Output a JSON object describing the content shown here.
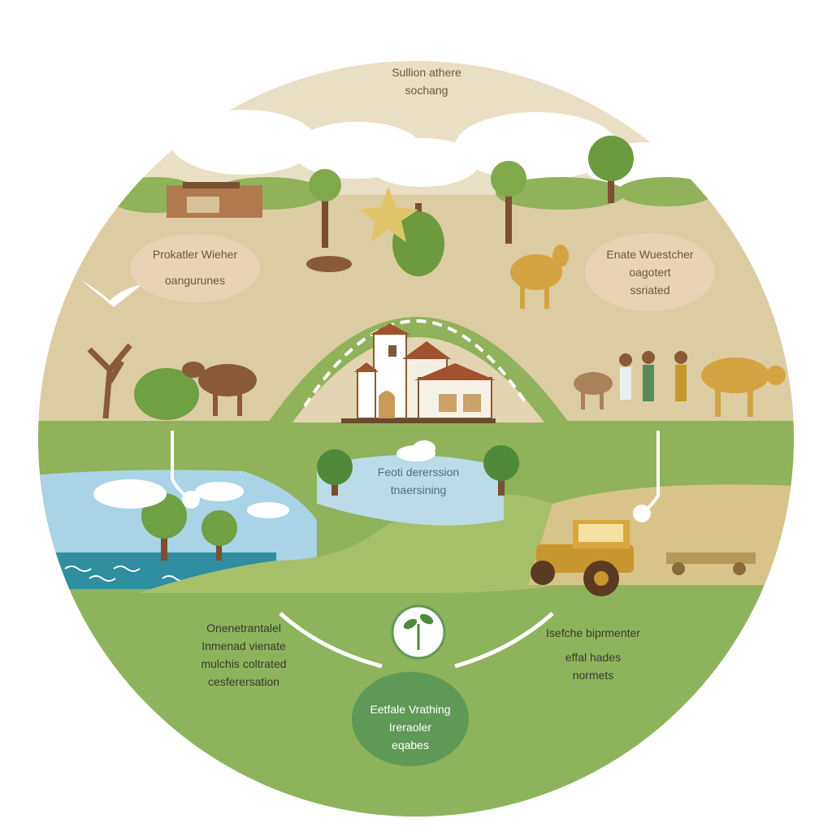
{
  "colors": {
    "sky": "#e7dcc0",
    "upper_ground": "#dfcfa6",
    "grass": "#8fb25a",
    "grass_dark": "#6f9a45",
    "water": "#2f8ea0",
    "sky_blue": "#a9d3e6",
    "badge_green": "#5e9a55",
    "brown": "#8a5a36",
    "tractor": "#c8962e"
  },
  "labels": {
    "top": {
      "line1": "Sullion athere",
      "line2": "sochang"
    },
    "left_bubble": {
      "line1": "Prokatler Wieher",
      "line2": "oangurunes"
    },
    "right_bubble": {
      "line1": "Enate Wuestcher",
      "line2": "oagotert",
      "line3": "ssriated"
    },
    "center_window": {
      "line1": "Feoti dererssion",
      "line2": "tnaersining"
    },
    "bottom_left": {
      "line1": "Onenetrantalel",
      "line2": "Inmenad vienate",
      "line3": "mulchis coltrated",
      "line4": "cesferersation"
    },
    "bottom_right": {
      "line1": "Isefche biprmenter",
      "line2": "effal hades",
      "line3": "normets"
    },
    "bottom_badge": {
      "line1": "Eetfale Vrathing",
      "line2": "Ireraoler",
      "line3": "eqabes"
    }
  },
  "icons": [
    "farmhouse-icon",
    "tractor-icon",
    "sprout-badge-icon",
    "cow-icon",
    "tree-icon",
    "bird-icon",
    "people-icon"
  ]
}
